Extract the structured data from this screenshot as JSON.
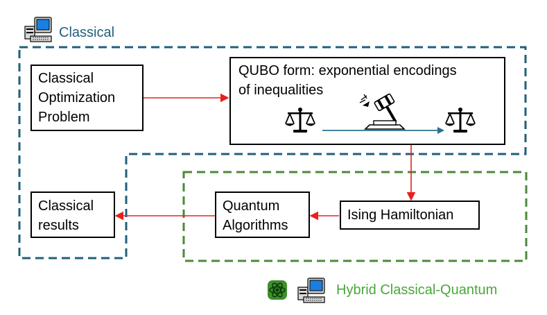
{
  "regions": {
    "classical": {
      "label": "Classical",
      "color": "#1f5f7a"
    },
    "hybrid": {
      "label": "Hybrid Classical-Quantum",
      "color": "#4aa63a"
    }
  },
  "nodes": {
    "optimization": {
      "lines": [
        "Classical",
        "Optimization",
        "Problem"
      ]
    },
    "qubo": {
      "lines": [
        "QUBO form: exponential encodings",
        "of inequalities"
      ]
    },
    "ising": {
      "lines": [
        "Ising Hamiltonian"
      ]
    },
    "quantum": {
      "lines": [
        "Quantum",
        "Algorithms"
      ]
    },
    "results": {
      "lines": [
        "Classical",
        "results"
      ]
    }
  },
  "colors": {
    "arrow": "#e8201e",
    "transform_arrow": "#2a6f8f",
    "text": "#000000"
  },
  "icons": {
    "classical_region": "computer-icon",
    "hybrid_quantum": "quantum-chip-icon",
    "hybrid_classical": "computer-icon",
    "qubo_left": "balance-scale-icon",
    "qubo_middle": "gavel-icon",
    "qubo_right": "balance-scale-icon"
  }
}
